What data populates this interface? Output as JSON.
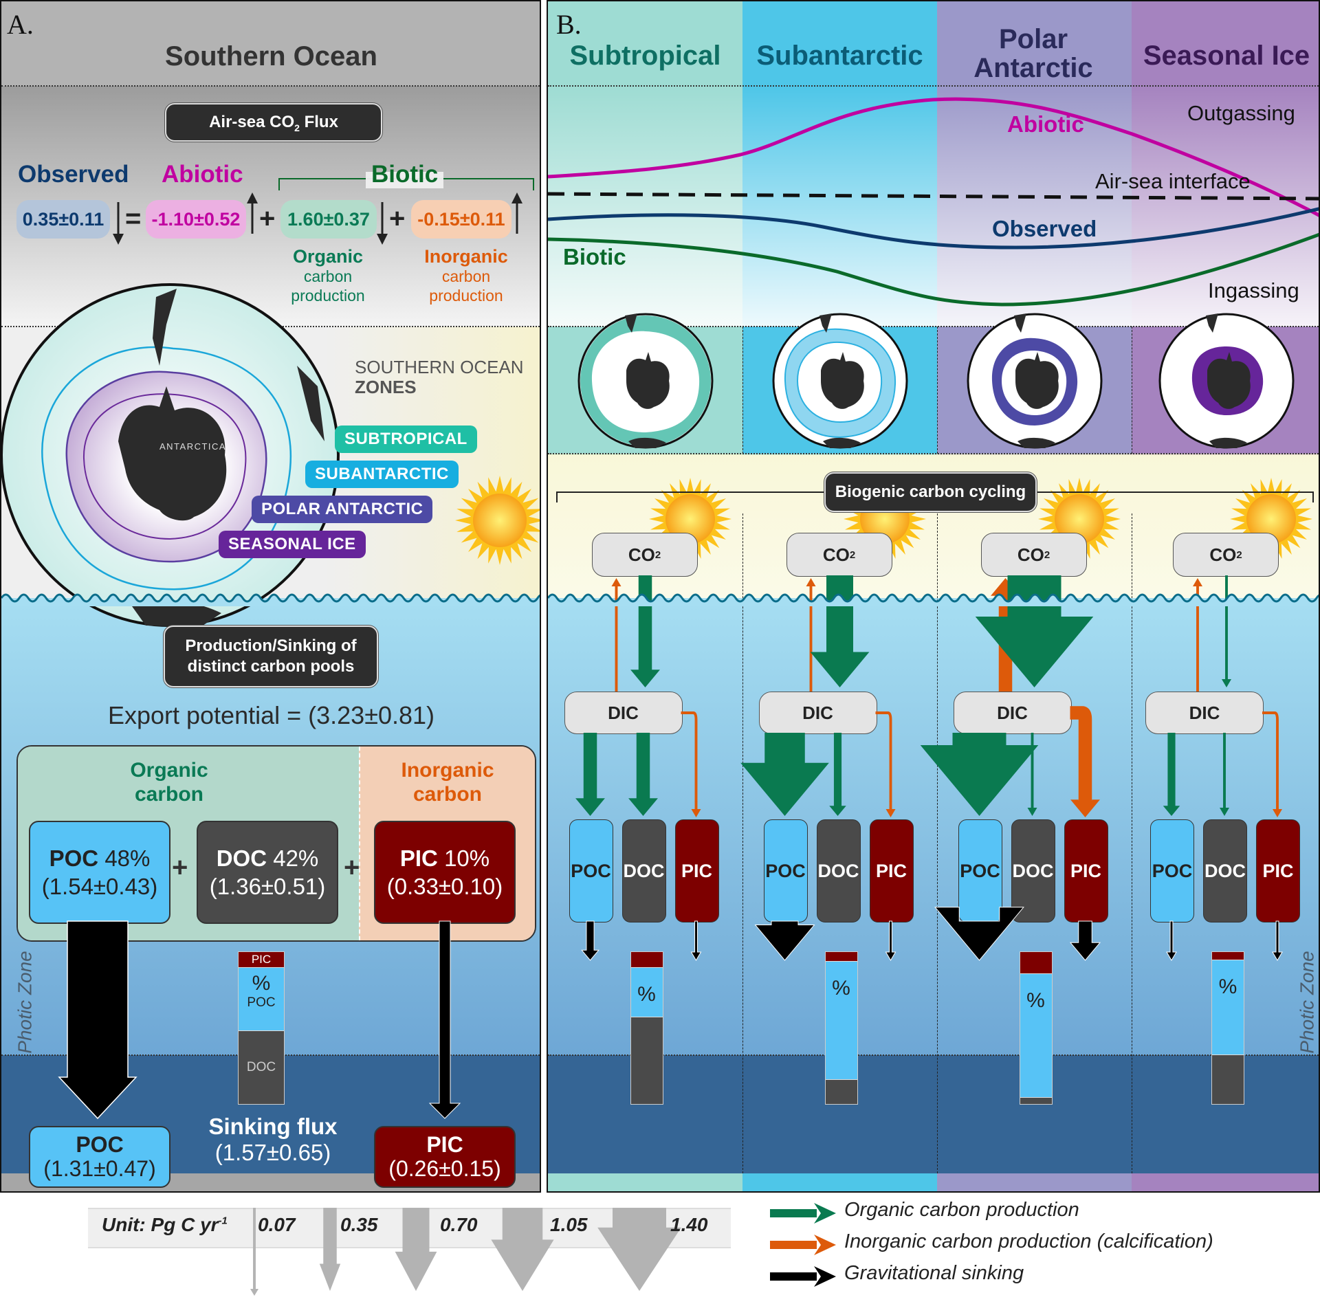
{
  "panel_a": {
    "label": "A.",
    "title": "Southern Ocean",
    "flux_header": {
      "text": "Air-sea CO",
      "sub": "2",
      "suffix": " Flux"
    },
    "terms": {
      "observed": {
        "label": "Observed",
        "value": "0.35±0.11",
        "arrow": "down",
        "color": "#0d3a6e",
        "bg": "#b4c5da"
      },
      "abiotic": {
        "label": "Abiotic",
        "value": "-1.10±0.52",
        "arrow": "up",
        "color": "#c000a0",
        "bg": "#ecb0e2"
      },
      "biotic_label": "Biotic",
      "organic": {
        "value": "1.60±0.37",
        "arrow": "down",
        "color": "#0a7a55",
        "bg": "#b3dccb",
        "caption_bold": "Organic",
        "caption_rest": "carbon production"
      },
      "inorganic": {
        "value": "-0.15±0.11",
        "arrow": "up",
        "color": "#dd5a0a",
        "bg": "#f7cfb3",
        "caption_bold": "Inorganic",
        "caption_rest": "carbon production"
      }
    },
    "ops": {
      "equals": "=",
      "plus": "+"
    },
    "zones_title_1": "SOUTHERN OCEAN",
    "zones_title_2": "ZONES",
    "map_label": "ANTARCTICA",
    "zone_pills": [
      {
        "label": "SUBTROPICAL",
        "color": "#1fbfa5"
      },
      {
        "label": "SUBANTARCTIC",
        "color": "#17aee0"
      },
      {
        "label": "POLAR ANTARCTIC",
        "color": "#4d4aa5"
      },
      {
        "label": "SEASONAL ICE",
        "color": "#66259a"
      }
    ],
    "production_box": "Production/Sinking of distinct carbon pools",
    "export_potential": "Export potential = (3.23±0.81)",
    "organic_carbon_label": "Organic carbon",
    "inorganic_carbon_label": "Inorganic carbon",
    "pools": [
      {
        "name": "POC",
        "pct": "48%",
        "value": "(1.54±0.43)"
      },
      {
        "name": "DOC",
        "pct": "42%",
        "value": "(1.36±0.51)"
      },
      {
        "name": "PIC",
        "pct": "10%",
        "value": "(0.33±0.10)"
      }
    ],
    "photic_zone": "Photic Zone",
    "sinking_stack": {
      "PIC": 10,
      "POC": 42,
      "DOC": 48,
      "labels": {
        "pic": "PIC",
        "pct": "%",
        "poc": "POC",
        "doc": "DOC"
      }
    },
    "sinking_flux_label": "Sinking flux",
    "sinking_flux_value": "(1.57±0.65)",
    "sunk_poc": {
      "name": "POC",
      "value": "(1.31±0.47)"
    },
    "sunk_pic": {
      "name": "PIC",
      "value": "(0.26±0.15)"
    }
  },
  "panel_b": {
    "label": "B.",
    "zones": [
      {
        "title": "Subtropical",
        "title_color": "#0e6f63",
        "bg": "#9edcd3",
        "footer": "#9edcd3",
        "ring": "#64c6b5",
        "fluxes": {
          "outgas_inorg": 0.07,
          "org_prod": 0.35,
          "dic_poc": 0.35,
          "dic_doc": 0.35,
          "dic_pic": 0.07,
          "sink_poc": 0.2,
          "sink_pic": 0.07
        },
        "stack": {
          "PIC": 10,
          "POC": 33,
          "DOC": 57
        }
      },
      {
        "title": "Subantarctic",
        "title_color": "#0b5c76",
        "bg": "#4ec6e8",
        "footer": "#4ec6e8",
        "ring": "#8fd6f0",
        "fluxes": {
          "outgas_inorg": 0.07,
          "org_prod": 0.7,
          "dic_poc": 1.05,
          "dic_doc": 0.2,
          "dic_pic": 0.07,
          "sink_poc": 0.7,
          "sink_pic": 0.07
        },
        "stack": {
          "PIC": 6,
          "POC": 78,
          "DOC": 16
        }
      },
      {
        "title": "Polar Antarctic",
        "title_color": "#2a2a5a",
        "bg": "#9b98c9",
        "footer": "#9b98c9",
        "ring": "#4d4aa5",
        "fluxes": {
          "outgas_inorg": 0.35,
          "org_prod": 1.4,
          "dic_poc": 1.4,
          "dic_doc": 0.07,
          "dic_pic": 0.35,
          "sink_poc": 1.05,
          "sink_pic": 0.35
        },
        "stack": {
          "PIC": 14,
          "POC": 82,
          "DOC": 4
        }
      },
      {
        "title": "Seasonal Ice",
        "title_color": "#3a1a55",
        "bg": "#a583bf",
        "footer": "#a583bf",
        "ring": "#66259a",
        "fluxes": {
          "outgas_inorg": 0.07,
          "org_prod": 0.07,
          "dic_poc": 0.2,
          "dic_doc": 0.07,
          "dic_pic": 0.07,
          "sink_poc": 0.07,
          "sink_pic": 0.07
        },
        "stack": {
          "PIC": 5,
          "POC": 63,
          "DOC": 32
        }
      }
    ],
    "curve_labels": {
      "abiotic": "Abiotic",
      "observed": "Observed",
      "biotic": "Biotic",
      "outgassing": "Outgassing",
      "interface": "Air-sea interface",
      "ingassing": "Ingassing"
    },
    "curve_colors": {
      "abiotic": "#c000a0",
      "observed": "#0d3a6e",
      "biotic": "#0a6a2a"
    },
    "biogenic_label": "Biogenic carbon cycling",
    "co2": {
      "text": "CO",
      "sub": "2"
    },
    "dic": "DIC",
    "pools": [
      "POC",
      "DOC",
      "PIC"
    ],
    "pct": "%",
    "photic_zone": "Photic Zone"
  },
  "legend": {
    "unit": "Unit: Pg C yr",
    "unit_sup": "-1",
    "scale": [
      "0.07",
      "0.35",
      "0.70",
      "1.05",
      "1.40"
    ],
    "items": [
      {
        "label": "Organic carbon production",
        "color": "#0a7a50"
      },
      {
        "label": "Inorganic carbon production (calcification)",
        "color": "#dd5a0a"
      },
      {
        "label": "Gravitational sinking",
        "color": "#000000"
      }
    ]
  },
  "colors": {
    "poc": "#57c3f6",
    "doc": "#4a4a4a",
    "pic": "#7d0000",
    "organic": "#0a7a50",
    "inorganic": "#dd5a0a"
  }
}
